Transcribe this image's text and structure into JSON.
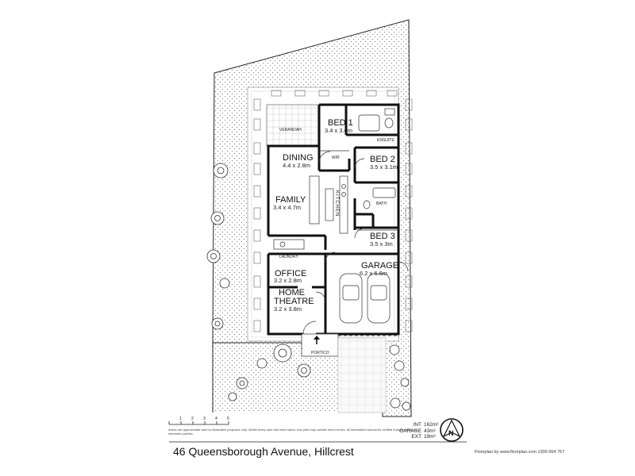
{
  "rooms": {
    "verandah": {
      "name": "VERANDAH"
    },
    "bed1": {
      "name": "BED 1",
      "dims": "3.4 x 3.6m"
    },
    "ensuite": {
      "name": "ENSUITE"
    },
    "dining": {
      "name": "DINING",
      "dims": "4.4 x 2.8m"
    },
    "wir": {
      "name": "W/R"
    },
    "bed2": {
      "name": "BED 2",
      "dims": "3.5 x 3.1m"
    },
    "family": {
      "name": "FAMILY",
      "dims": "3.4 x 4.7m"
    },
    "kitchen": {
      "name": "KITCHEN"
    },
    "bath": {
      "name": "BATH"
    },
    "bed3": {
      "name": "BED 3",
      "dims": "3.5 x 3m"
    },
    "laundry": {
      "name": "LAUNDRY"
    },
    "office": {
      "name": "OFFICE",
      "dims": "3.2 x 2.8m"
    },
    "garage": {
      "name": "GARAGE",
      "dims": "6.2 x 6.6m"
    },
    "theatre": {
      "name_line1": "HOME",
      "name_line2": "THEATRE",
      "dims": "3.2 x 3.8m"
    },
    "portico": {
      "name": "PORTICO"
    }
  },
  "areas": {
    "int_label": "INT",
    "int_value": "162m²",
    "garage_label": "GARAGE",
    "garage_value": "43m²",
    "ext_label": "EXT",
    "ext_value": "19m²"
  },
  "address": "46 Queensborough Avenue, Hillcrest",
  "credit": "Floorplan by www.floorplan.com 1300 664 757",
  "disclaimer": "Areas are approximate and for illustrative purposes only. Whilst every care has been taken, this plan may contain minor errors. All information should be verified independently by interested parties.",
  "scale_ticks": [
    "1",
    "2",
    "3",
    "4",
    "5"
  ],
  "compass": {
    "letter": "N"
  }
}
